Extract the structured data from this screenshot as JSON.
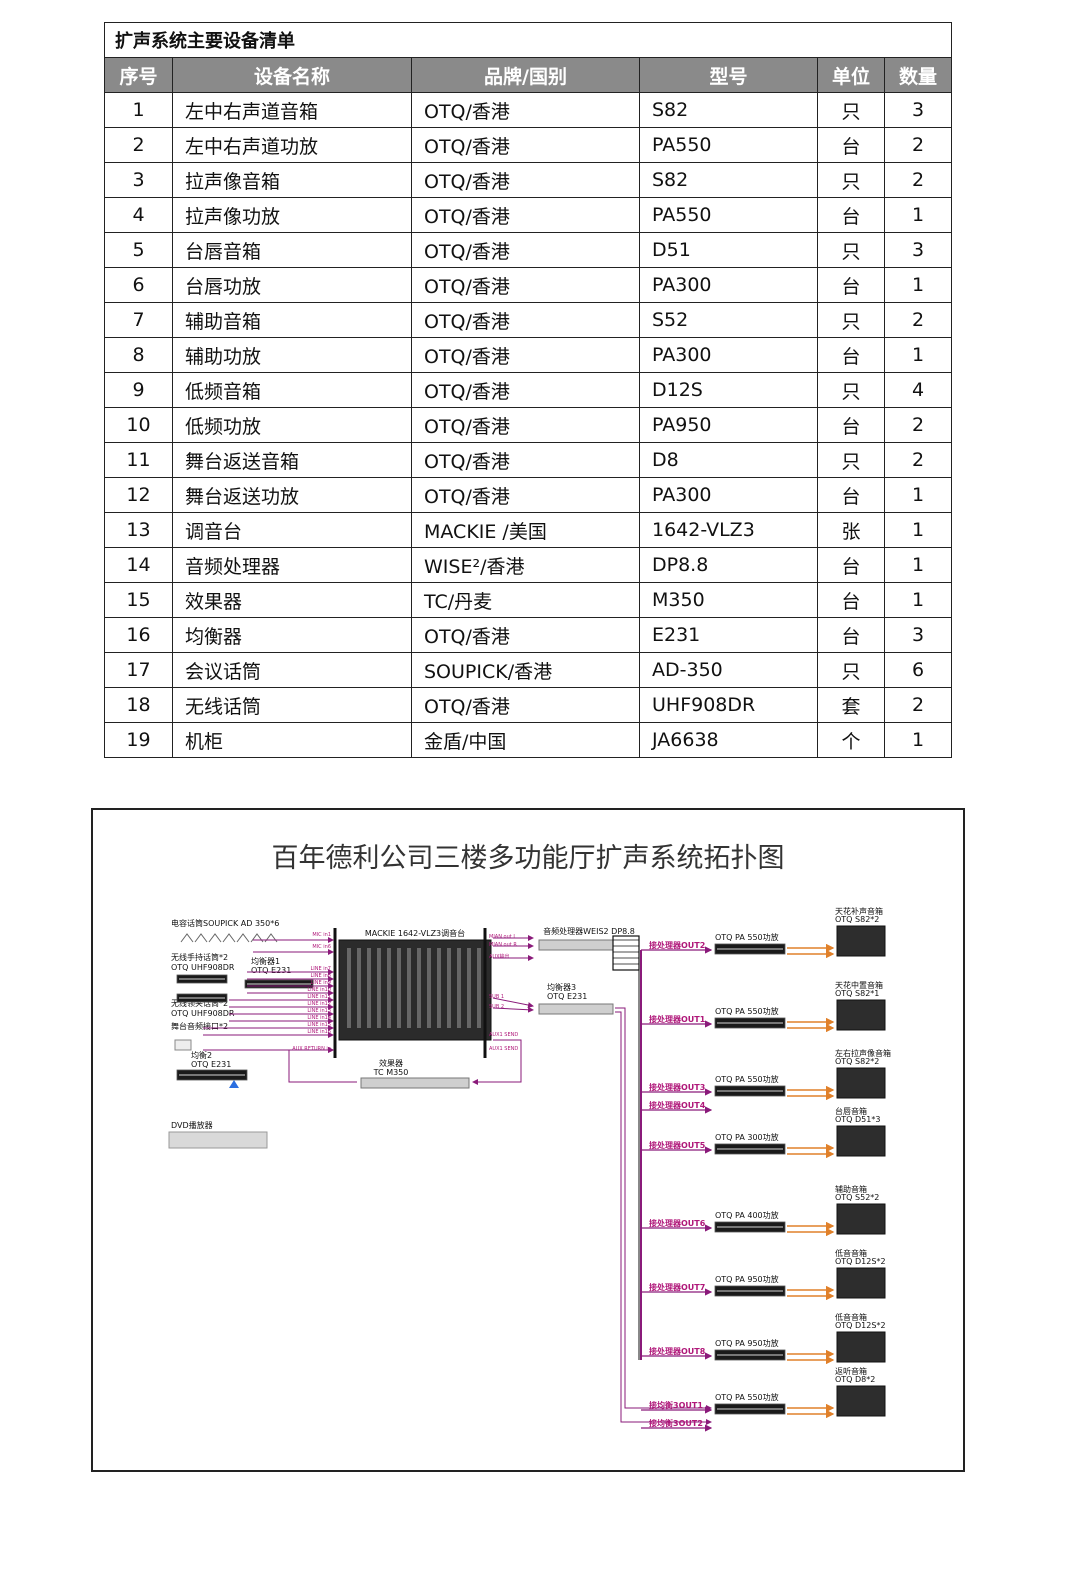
{
  "table": {
    "title": "扩声系统主要设备清单",
    "headers": [
      "序号",
      "设备名称",
      "品牌/国别",
      "型号",
      "单位",
      "数量"
    ],
    "rows": [
      [
        "1",
        "左中右声道音箱",
        "OTQ/香港",
        "S82",
        "只",
        "3"
      ],
      [
        "2",
        "左中右声道功放",
        "OTQ/香港",
        "PA550",
        "台",
        "2"
      ],
      [
        "3",
        "拉声像音箱",
        "OTQ/香港",
        "S82",
        "只",
        "2"
      ],
      [
        "4",
        "拉声像功放",
        "OTQ/香港",
        "PA550",
        "台",
        "1"
      ],
      [
        "5",
        "台唇音箱",
        "OTQ/香港",
        "D51",
        "只",
        "3"
      ],
      [
        "6",
        "台唇功放",
        "OTQ/香港",
        "PA300",
        "台",
        "1"
      ],
      [
        "7",
        "辅助音箱",
        "OTQ/香港",
        "S52",
        "只",
        "2"
      ],
      [
        "8",
        "辅助功放",
        "OTQ/香港",
        "PA300",
        "台",
        "1"
      ],
      [
        "9",
        "低频音箱",
        "OTQ/香港",
        "D12S",
        "只",
        "4"
      ],
      [
        "10",
        "低频功放",
        "OTQ/香港",
        "PA950",
        "台",
        "2"
      ],
      [
        "11",
        "舞台返送音箱",
        "OTQ/香港",
        "D8",
        "只",
        "2"
      ],
      [
        "12",
        "舞台返送功放",
        "OTQ/香港",
        "PA300",
        "台",
        "1"
      ],
      [
        "13",
        "调音台",
        "MACKIE /美国",
        "1642-VLZ3",
        "张",
        "1"
      ],
      [
        "14",
        "音频处理器",
        "WISE²/香港",
        "DP8.8",
        "台",
        "1"
      ],
      [
        "15",
        "效果器",
        "TC/丹麦",
        "M350",
        "台",
        "1"
      ],
      [
        "16",
        "均衡器",
        "OTQ/香港",
        "E231",
        "台",
        "3"
      ],
      [
        "17",
        "会议话筒",
        "SOUPICK/香港",
        "AD-350",
        "只",
        "6"
      ],
      [
        "18",
        "无线话筒",
        "OTQ/香港",
        "UHF908DR",
        "套",
        "2"
      ],
      [
        "19",
        "机柜",
        "金盾/中国",
        "JA6638",
        "个",
        "1"
      ]
    ]
  },
  "diagram": {
    "title": "百年德利公司三楼多功能厅扩声系统拓扑图",
    "left": {
      "mic_label": "电容话筒SOUPICK AD 350*6",
      "wireless_handheld": "无线手持话筒*2",
      "wireless_handheld_model": "OTQ UHF908DR",
      "eq1_name": "均衡器1",
      "eq1_model": "OTQ E231",
      "wireless_lapel": "无线领夹话筒*2",
      "wireless_lapel_model": "OTQ UHF908DR",
      "stage_input": "舞台音频接口*2",
      "eq2_name": "均衡2",
      "eq2_model": "OTQ E231",
      "dvd": "DVD播放器"
    },
    "mixer": {
      "name": "MACKIE 1642-VLZ3调音台",
      "ports_in": [
        "MIC in1",
        "MIC in6",
        "LINE in7",
        "LINE in8",
        "LINE in9",
        "LINE in10",
        "LINE in11",
        "LINE in12",
        "LINE in13",
        "LINE in14",
        "LINE in15",
        "LINE in16",
        "AUX RETURN in"
      ],
      "ports_out": [
        "MIAN out L",
        "MIAN out R",
        "AUX输出",
        "SUB 1",
        "SUB 2",
        "AUX1 SEND",
        "AUX1 SEND"
      ]
    },
    "effects": {
      "name": "效果器",
      "model": "TC M350"
    },
    "processor": {
      "name": "音频处理器WEIS2 DP8.8"
    },
    "eq3": {
      "name": "均衡器3",
      "model": "OTQ E231"
    },
    "outputs": [
      {
        "labels": [
          "接处理器OUT2"
        ],
        "amp": "OTQ PA 550功放",
        "spk_name": "天花补声音箱",
        "spk_model": "OTQ S82*2"
      },
      {
        "labels": [
          "接处理器OUT1"
        ],
        "amp": "OTQ PA 550功放",
        "spk_name": "天花中置音箱",
        "spk_model": "OTQ S82*1"
      },
      {
        "labels": [
          "接处理器OUT3",
          "接处理器OUT4"
        ],
        "amp": "OTQ PA 550功放",
        "spk_name": "左右拉声像音箱",
        "spk_model": "OTQ S82*2"
      },
      {
        "labels": [
          "接处理器OUT5"
        ],
        "amp": "OTQ PA 300功放",
        "spk_name": "台唇音箱",
        "spk_model": "OTQ D51*3"
      },
      {
        "labels": [
          "接处理器OUT6"
        ],
        "amp": "OTQ PA 400功放",
        "spk_name": "辅助音箱",
        "spk_model": "OTQ S52*2"
      },
      {
        "labels": [
          "接处理器OUT7"
        ],
        "amp": "OTQ PA 950功放",
        "spk_name": "低音音箱",
        "spk_model": "OTQ D12S*2"
      },
      {
        "labels": [
          "接处理器OUT8"
        ],
        "amp": "OTQ PA 950功放",
        "spk_name": "低音音箱",
        "spk_model": "OTQ D12S*2"
      },
      {
        "labels": [
          "接均衡3OUT1",
          "接均衡3OUT2"
        ],
        "amp": "OTQ PA 550功放",
        "spk_name": "返听音箱",
        "spk_model": "OTQ D8*2"
      }
    ]
  }
}
